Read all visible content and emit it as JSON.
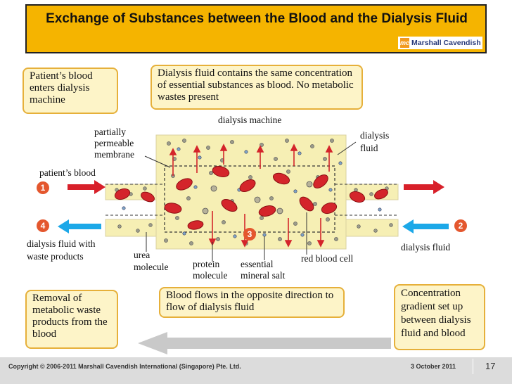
{
  "title": "Exchange of Substances between the Blood and the Dialysis Fluid",
  "logo": {
    "mark": "mc",
    "text": "Marshall Cavendish"
  },
  "callouts": {
    "patients_blood_enters": "Patient’s blood enters dialysis machine",
    "dialysis_fluid_contains": "Dialysis fluid contains the same concentration of essential substances as blood. No metabolic wastes present",
    "removal": "Removal of metabolic waste products from the blood",
    "blood_flows": "Blood flows in the opposite direction to flow of dialysis fluid",
    "concentration_gradient": "Concentration gradient set up between dialysis fluid and blood"
  },
  "labels": {
    "dialysis_machine": "dialysis machine",
    "partially_permeable_membrane": "partially permeable membrane",
    "dialysis_fluid_top": "dialysis fluid",
    "patients_blood": "patient’s blood",
    "dialysis_fluid_with_waste": "dialysis fluid with waste products",
    "urea_molecule": "urea molecule",
    "protein_molecule": "protein molecule",
    "essential_mineral_salt": "essential mineral salt",
    "red_blood_cell": "red blood cell",
    "dialysis_fluid_right": "dialysis fluid"
  },
  "steps": [
    "1",
    "2",
    "3",
    "4"
  ],
  "colors": {
    "title_bg": "#f5b400",
    "callout_bg": "#fdf4c8",
    "callout_border": "#e6b03a",
    "machine_fluid": "#f6efb4",
    "blood_arrow": "#d8202a",
    "fluid_arrow": "#1ca8e8",
    "step_badge": "#e4572e"
  },
  "footer": {
    "copyright": "Copyright © 2006-2011 Marshall Cavendish International (Singapore) Pte. Ltd.",
    "date": "3 October 2011",
    "page": "17"
  }
}
